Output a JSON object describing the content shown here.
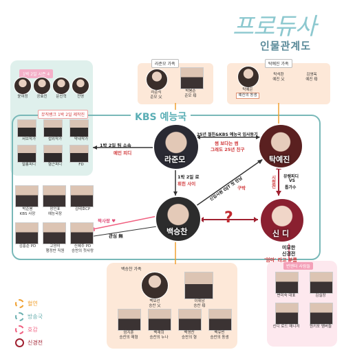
{
  "title": {
    "main": "프로듀사",
    "sub": "인물관계도"
  },
  "network": {
    "name": "KBS 예능국"
  },
  "families": {
    "ra": {
      "label": "라준모 가족",
      "members": [
        {
          "name": "라준식",
          "role": "준모 父"
        },
        {
          "name": "박봉순",
          "role": "준모 母"
        }
      ]
    },
    "tak": {
      "label": "탁예진 가족",
      "members": [
        {
          "name": "탁예은",
          "role": "예진의 동생",
          "highlight": true
        },
        {
          "name": "탁석환",
          "role": "예진 父"
        },
        {
          "name": "김영옥",
          "role": "예진 母"
        }
      ]
    },
    "baek": {
      "label": "백승찬 가족",
      "members": [
        {
          "name": "백보선",
          "role": "승찬 父"
        },
        {
          "name": "이휘남",
          "role": "승찬 母"
        },
        {
          "name": "엄지훈",
          "role": "승찬의 매형"
        },
        {
          "name": "백재희",
          "role": "승찬의 누나"
        },
        {
          "name": "백영찬",
          "role": "승찬의 형"
        },
        {
          "name": "백유빈",
          "role": "승찬의 동생"
        }
      ]
    },
    "cindy": {
      "label": "변엔터 사람들",
      "members": [
        {
          "name": "변미숙 대표",
          "role": ""
        },
        {
          "name": "김실장",
          "role": ""
        },
        {
          "name": "신디 로드 매니저",
          "role": ""
        },
        {
          "name": "원키포 멤버들",
          "role": ""
        }
      ]
    }
  },
  "groups": {
    "guests": {
      "label": "1박 2일 시즌 4",
      "members": [
        "윤여정",
        "공효진",
        "문신혁",
        "전영"
      ]
    },
    "team": {
      "label": "뮤직뱅크 1박 2일 제작진",
      "members": [
        "서브작가",
        "섭외작가",
        "막내작가",
        "얼롱피디",
        "형근피디",
        "FD"
      ]
    },
    "execs": {
      "members": [
        {
          "name": "박준봉",
          "role": "KBS 사장"
        },
        {
          "name": "장인표",
          "role": "예능국장"
        },
        {
          "name": "김태호CP",
          "role": ""
        },
        {
          "name": "김홍순 PD",
          "role": ""
        },
        {
          "name": "고양미",
          "role": "행정반 직원"
        },
        {
          "name": "신혜주 PD",
          "role": "승찬의 첫사랑"
        }
      ]
    }
  },
  "main": {
    "ra": {
      "name": "라준모"
    },
    "tak": {
      "name": "탁예진"
    },
    "baek": {
      "name": "백승찬"
    },
    "cindy": {
      "name": "신 디"
    }
  },
  "relations": {
    "ra_team_1": "1박 2일 팀 소속",
    "ra_team_2": "메인 피디",
    "ra_tak_1": "25년 절친&KBS 예능국 입사동기",
    "ra_tak_2": "썸 보다는 썸",
    "ra_tak_3": "그래도 25년 친구",
    "ra_baek_1": "1박 2일 로",
    "ra_baek_2": "휘힌 사이",
    "baek_tak": "신입사원 OJT 첫 만남",
    "baek_tak_2": "구박",
    "tak_cindy_1": "시청전",
    "tak_cindy_2": "뮤랭피디",
    "tak_cindy_3": "VS",
    "tak_cindy_4": "톱가수",
    "baek_cindy": "?",
    "baek_hyeju": "짝사랑 ♥",
    "baek_execs": "관심 無",
    "cindy_mom_1": "미묘한",
    "cindy_mom_2": "신경전",
    "cindy_mom_3": "'엄마' 라고 부름"
  },
  "legend": [
    {
      "label": "혈연",
      "color": "#f0a030"
    },
    {
      "label": "방송국",
      "color": "#6cb0b0"
    },
    {
      "label": "호감",
      "color": "#f06080"
    },
    {
      "label": "신경전",
      "color": "#a02030"
    }
  ]
}
